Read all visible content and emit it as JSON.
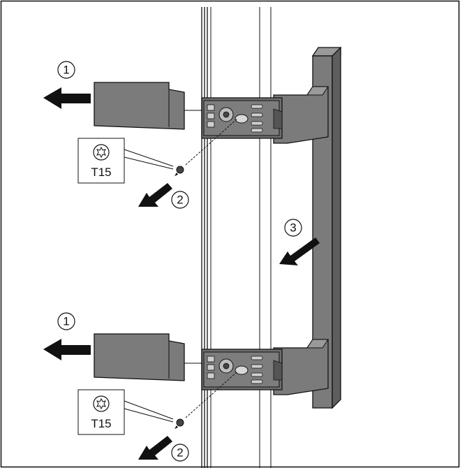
{
  "steps": {
    "step1_top": "1",
    "step2_top": "2",
    "step3": "3",
    "step1_bottom": "1",
    "step2_bottom": "2"
  },
  "tool_labels": {
    "top": "T15",
    "bottom": "T15"
  },
  "icons": {
    "tool_icon": "torx-screwdriver-icon",
    "remove_arrow": "arrow-icon",
    "screw": "screw-icon"
  },
  "colors": {
    "part_fill": "#7b7b7b",
    "part_dark": "#555555",
    "line": "#111111",
    "background": "#ffffff"
  }
}
